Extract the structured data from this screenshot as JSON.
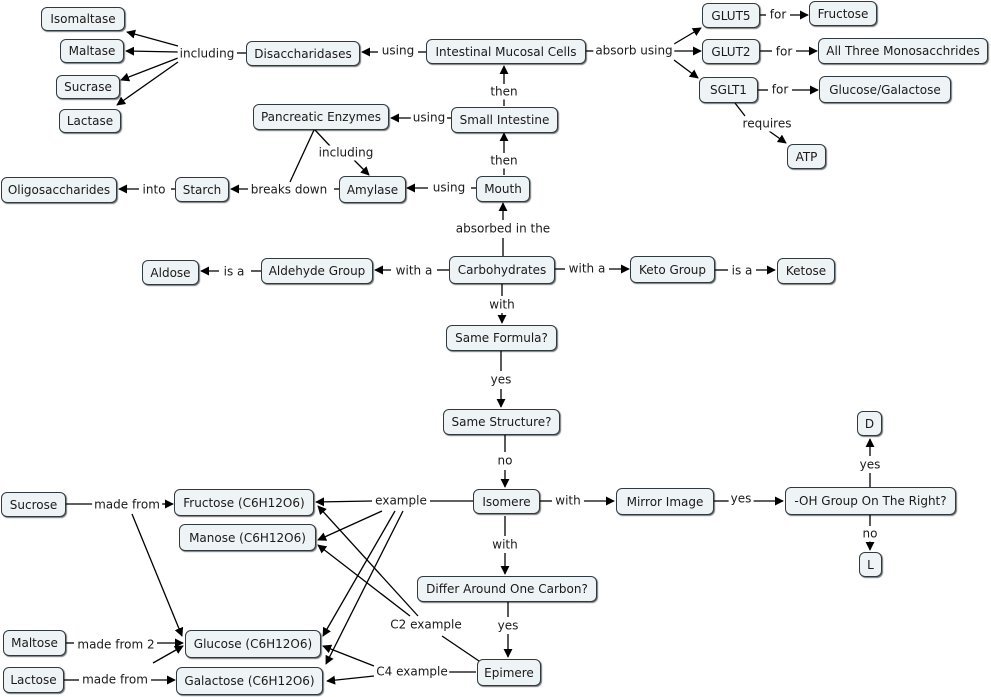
{
  "nodes": {
    "isomaltase": "Isomaltase",
    "maltase": "Maltase",
    "sucrase": "Sucrase",
    "lactase": "Lactase",
    "disaccharidases": "Disaccharidases",
    "intestinal_mucosal_cells": "Intestinal Mucosal Cells",
    "glut5": "GLUT5",
    "fructose": "Fructose",
    "glut2": "GLUT2",
    "all_three": "All Three Monosacchrides",
    "sglt1": "SGLT1",
    "glucose_galactose": "Glucose/Galactose",
    "atp": "ATP",
    "pancreatic_enzymes": "Pancreatic Enzymes",
    "small_intestine": "Small Intestine",
    "oligosaccharides": "Oligosaccharides",
    "starch": "Starch",
    "amylase": "Amylase",
    "mouth": "Mouth",
    "aldose": "Aldose",
    "aldehyde_group": "Aldehyde Group",
    "carbohydrates": "Carbohydrates",
    "keto_group": "Keto Group",
    "ketose": "Ketose",
    "same_formula": "Same Formula?",
    "same_structure": "Same Structure?",
    "d": "D",
    "sucrose": "Sucrose",
    "fructose_c6": "Fructose (C6H12O6)",
    "manose_c6": "Manose (C6H12O6)",
    "isomere": "Isomere",
    "mirror_image": "Mirror Image",
    "oh_group": "-OH Group On The Right?",
    "l": "L",
    "differ_one_carbon": "Differ Around One Carbon?",
    "maltose": "Maltose",
    "glucose_c6": "Glucose (C6H12O6)",
    "lactose": "Lactose",
    "galactose_c6": "Galactose (C6H12O6)",
    "epimere": "Epimere"
  },
  "labels": {
    "including_1": "including",
    "using_1": "using",
    "absorb_using": "absorb using",
    "for_1": "for",
    "for_2": "for",
    "for_3": "for",
    "requires": "requires",
    "then_1": "then",
    "using_2": "using",
    "including_2": "including",
    "then_2": "then",
    "into": "into",
    "breaks_down": "breaks down",
    "using_3": "using",
    "absorbed_in_the": "absorbed in the",
    "is_a_1": "is a",
    "with_a_1": "with a",
    "with_a_2": "with a",
    "is_a_2": "is a",
    "with_1": "with",
    "yes_1": "yes",
    "no_1": "no",
    "yes_2": "yes",
    "made_from_1": "made from",
    "example": "example",
    "with_2": "with",
    "yes_3": "yes",
    "no_2": "no",
    "with_3": "with",
    "c2_example": "C2 example",
    "yes_4": "yes",
    "made_from_2": "made from 2",
    "c4_example": "C4 example",
    "made_from_3": "made from"
  },
  "colors": {
    "node_fill": "#eef3f5",
    "node_border": "#2f3a40",
    "line": "#000000"
  }
}
